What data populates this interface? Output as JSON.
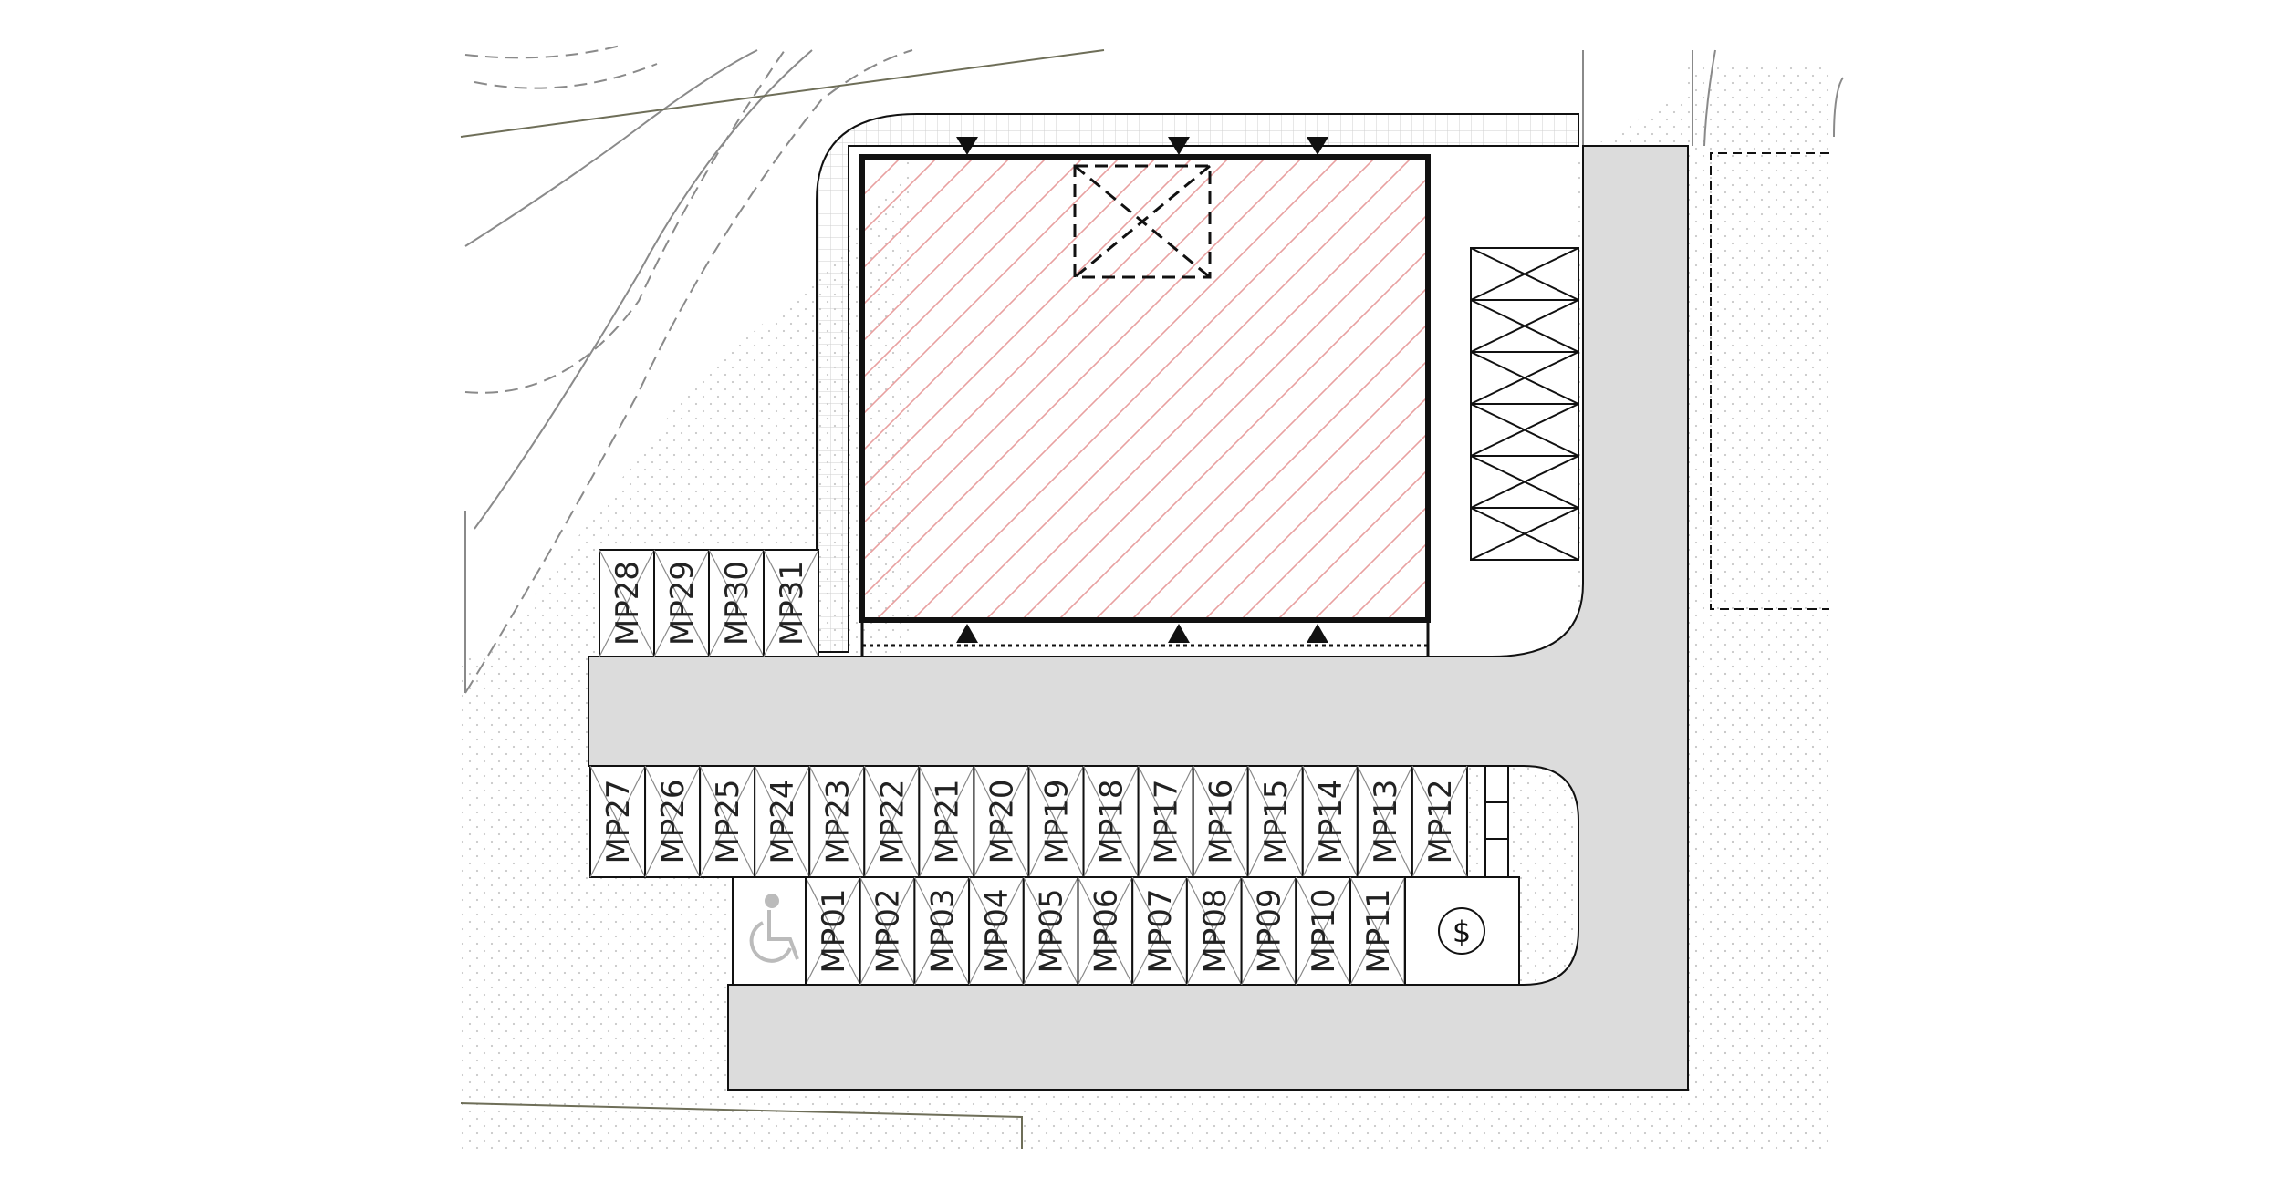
{
  "site_plan": {
    "parking_upper_row": [
      "MP28",
      "MP29",
      "MP30",
      "MP31"
    ],
    "parking_middle_row": [
      "MP27",
      "MP26",
      "MP25",
      "MP24",
      "MP23",
      "MP22",
      "MP21",
      "MP20",
      "MP19",
      "MP18",
      "MP17",
      "MP16",
      "MP15",
      "MP14",
      "MP13",
      "MP12"
    ],
    "parking_lower_row": [
      "MP01",
      "MP02",
      "MP03",
      "MP04",
      "MP05",
      "MP06",
      "MP07",
      "MP08",
      "MP09",
      "MP10",
      "MP11"
    ],
    "symbols": {
      "accessible": "wheelchair-icon",
      "payment": "dollar-sign-icon"
    },
    "payment_glyph": "$",
    "colors": {
      "road": "#dcdcdc",
      "building_hatch": "#e8a0a0",
      "outline": "#111111",
      "contour": "#8a8a8a",
      "boundary": "#6e6e58"
    }
  }
}
